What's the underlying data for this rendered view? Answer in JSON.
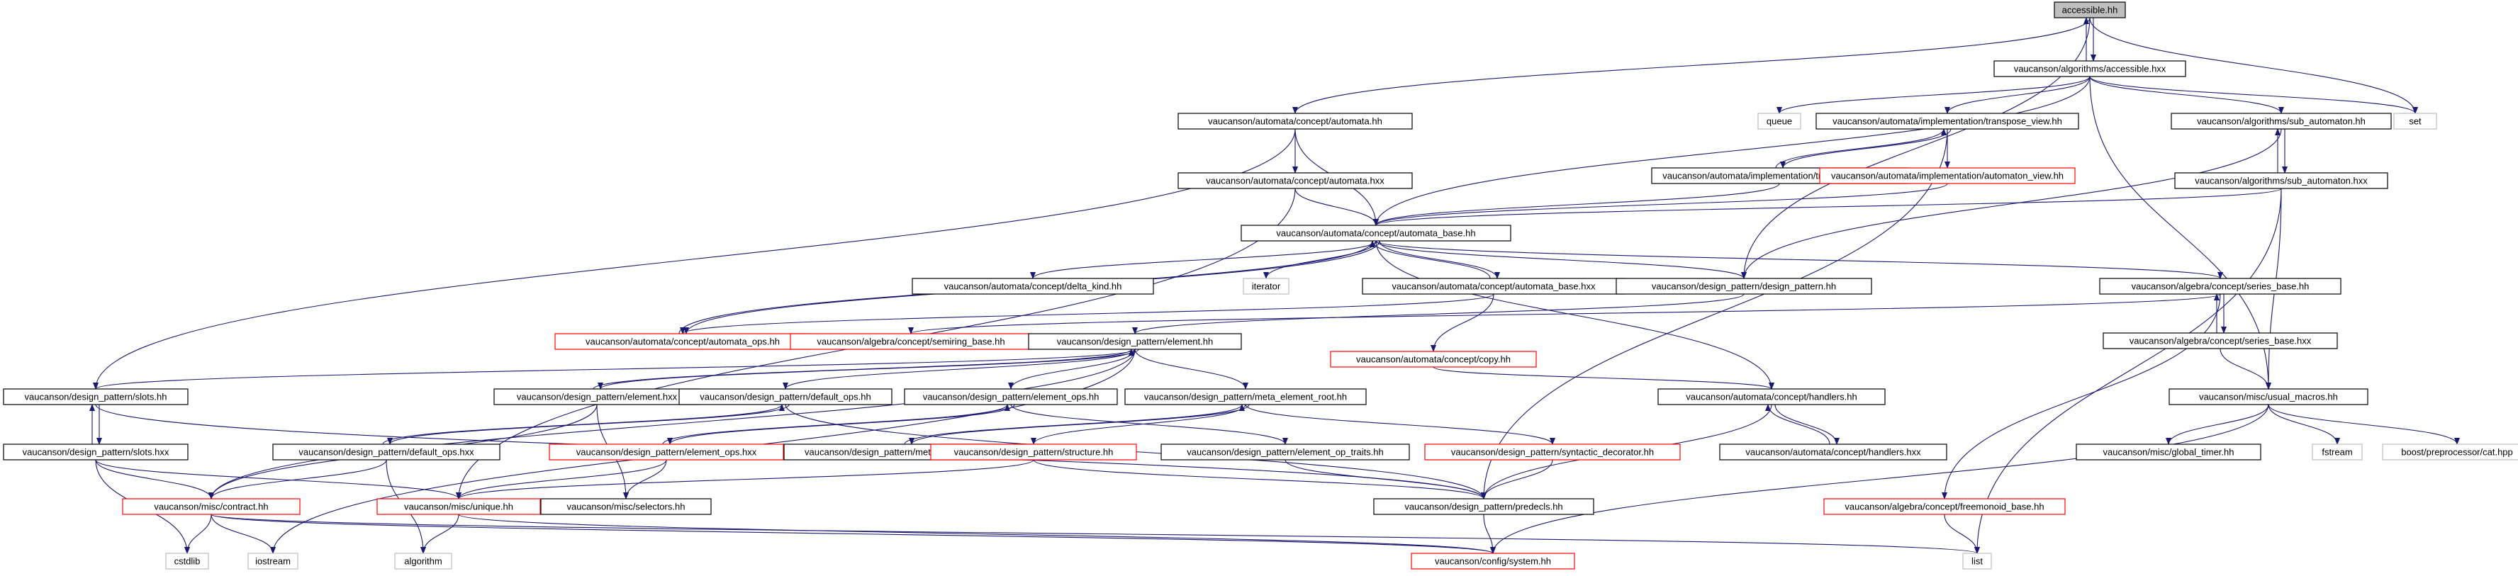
{
  "colors": {
    "edge": "#191970",
    "root_fill": "#bfbfbf",
    "border_black": "#000000",
    "border_red": "#ff0000",
    "border_gray": "#bfbfbf",
    "text": "#000000"
  },
  "nodes": [
    {
      "id": "accessible_hh",
      "label": "accessible.hh",
      "style": "root"
    },
    {
      "id": "alg_accessible_hxx",
      "label": "vaucanson/algorithms/accessible.hxx",
      "style": "black"
    },
    {
      "id": "automata_hh",
      "label": "vaucanson/automata/concept/automata.hh",
      "style": "black"
    },
    {
      "id": "queue",
      "label": "queue",
      "style": "gray"
    },
    {
      "id": "transpose_view_hh",
      "label": "vaucanson/automata/implementation/transpose_view.hh",
      "style": "black"
    },
    {
      "id": "sub_automaton_hh",
      "label": "vaucanson/algorithms/sub_automaton.hh",
      "style": "black"
    },
    {
      "id": "set",
      "label": "set",
      "style": "gray"
    },
    {
      "id": "automata_hxx",
      "label": "vaucanson/automata/concept/automata.hxx",
      "style": "black"
    },
    {
      "id": "transpose_view_hxx",
      "label": "vaucanson/automata/implementation/transpose_view.hxx",
      "style": "black"
    },
    {
      "id": "automaton_view_hh",
      "label": "vaucanson/automata/implementation/automaton_view.hh",
      "style": "red"
    },
    {
      "id": "sub_automaton_hxx",
      "label": "vaucanson/algorithms/sub_automaton.hxx",
      "style": "black"
    },
    {
      "id": "automata_base_hh",
      "label": "vaucanson/automata/concept/automata_base.hh",
      "style": "black"
    },
    {
      "id": "delta_kind_hh",
      "label": "vaucanson/automata/concept/delta_kind.hh",
      "style": "black"
    },
    {
      "id": "iterator",
      "label": "iterator",
      "style": "gray"
    },
    {
      "id": "automata_base_hxx",
      "label": "vaucanson/automata/concept/automata_base.hxx",
      "style": "black"
    },
    {
      "id": "design_pattern_hh",
      "label": "vaucanson/design_pattern/design_pattern.hh",
      "style": "black"
    },
    {
      "id": "series_base_hh",
      "label": "vaucanson/algebra/concept/series_base.hh",
      "style": "black"
    },
    {
      "id": "automata_ops_hh",
      "label": "vaucanson/automata/concept/automata_ops.hh",
      "style": "red"
    },
    {
      "id": "semiring_base_hh",
      "label": "vaucanson/algebra/concept/semiring_base.hh",
      "style": "red"
    },
    {
      "id": "element_hh",
      "label": "vaucanson/design_pattern/element.hh",
      "style": "black"
    },
    {
      "id": "copy_hh",
      "label": "vaucanson/automata/concept/copy.hh",
      "style": "red"
    },
    {
      "id": "series_base_hxx",
      "label": "vaucanson/algebra/concept/series_base.hxx",
      "style": "black"
    },
    {
      "id": "slots_hh",
      "label": "vaucanson/design_pattern/slots.hh",
      "style": "black"
    },
    {
      "id": "element_hxx",
      "label": "vaucanson/design_pattern/element.hxx",
      "style": "black"
    },
    {
      "id": "default_ops_hh",
      "label": "vaucanson/design_pattern/default_ops.hh",
      "style": "black"
    },
    {
      "id": "element_ops_hh",
      "label": "vaucanson/design_pattern/element_ops.hh",
      "style": "black"
    },
    {
      "id": "meta_element_root_hh",
      "label": "vaucanson/design_pattern/meta_element_root.hh",
      "style": "black"
    },
    {
      "id": "handlers_hh",
      "label": "vaucanson/automata/concept/handlers.hh",
      "style": "black"
    },
    {
      "id": "usual_macros_hh",
      "label": "vaucanson/misc/usual_macros.hh",
      "style": "black"
    },
    {
      "id": "slots_hxx",
      "label": "vaucanson/design_pattern/slots.hxx",
      "style": "black"
    },
    {
      "id": "default_ops_hxx",
      "label": "vaucanson/design_pattern/default_ops.hxx",
      "style": "black"
    },
    {
      "id": "element_ops_hxx",
      "label": "vaucanson/design_pattern/element_ops.hxx",
      "style": "red"
    },
    {
      "id": "meta_element_root_hxx",
      "label": "vaucanson/design_pattern/meta_element_root.hxx",
      "style": "black"
    },
    {
      "id": "element_op_traits_hh",
      "label": "vaucanson/design_pattern/element_op_traits.hh",
      "style": "black"
    },
    {
      "id": "syntactic_decorator_hh",
      "label": "vaucanson/design_pattern/syntactic_decorator.hh",
      "style": "red"
    },
    {
      "id": "handlers_hxx",
      "label": "vaucanson/automata/concept/handlers.hxx",
      "style": "black"
    },
    {
      "id": "global_timer_hh",
      "label": "vaucanson/misc/global_timer.hh",
      "style": "black"
    },
    {
      "id": "fstream",
      "label": "fstream",
      "style": "gray"
    },
    {
      "id": "boost_cat_hpp",
      "label": "boost/preprocessor/cat.hpp",
      "style": "gray"
    },
    {
      "id": "contract_hh",
      "label": "vaucanson/misc/contract.hh",
      "style": "red"
    },
    {
      "id": "unique_hh",
      "label": "vaucanson/misc/unique.hh",
      "style": "red"
    },
    {
      "id": "structure_hh",
      "label": "vaucanson/design_pattern/structure.hh",
      "style": "red"
    },
    {
      "id": "selectors_hh",
      "label": "vaucanson/misc/selectors.hh",
      "style": "black"
    },
    {
      "id": "predecls_hh",
      "label": "vaucanson/design_pattern/predecls.hh",
      "style": "black"
    },
    {
      "id": "freemonoid_base_hh",
      "label": "vaucanson/algebra/concept/freemonoid_base.hh",
      "style": "red"
    },
    {
      "id": "cstdlib",
      "label": "cstdlib",
      "style": "gray"
    },
    {
      "id": "iostream",
      "label": "iostream",
      "style": "gray"
    },
    {
      "id": "algorithm",
      "label": "algorithm",
      "style": "gray"
    },
    {
      "id": "system_hh",
      "label": "vaucanson/config/system.hh",
      "style": "red"
    },
    {
      "id": "list",
      "label": "list",
      "style": "gray"
    }
  ],
  "edges": [
    [
      "accessible_hh",
      "alg_accessible_hxx"
    ],
    [
      "alg_accessible_hxx",
      "accessible_hh"
    ],
    [
      "accessible_hh",
      "automata_hh"
    ],
    [
      "accessible_hh",
      "design_pattern_hh"
    ],
    [
      "accessible_hh",
      "set"
    ],
    [
      "alg_accessible_hxx",
      "queue"
    ],
    [
      "alg_accessible_hxx",
      "transpose_view_hh"
    ],
    [
      "alg_accessible_hxx",
      "sub_automaton_hh"
    ],
    [
      "alg_accessible_hxx",
      "set"
    ],
    [
      "alg_accessible_hxx",
      "automata_base_hh"
    ],
    [
      "alg_accessible_hxx",
      "usual_macros_hh"
    ],
    [
      "automata_hh",
      "automata_hxx"
    ],
    [
      "automata_hh",
      "automata_base_hh"
    ],
    [
      "automata_hh",
      "slots_hh"
    ],
    [
      "automata_hxx",
      "automata_base_hh"
    ],
    [
      "automata_hxx",
      "unique_hh"
    ],
    [
      "transpose_view_hh",
      "transpose_view_hxx"
    ],
    [
      "transpose_view_hxx",
      "transpose_view_hh"
    ],
    [
      "transpose_view_hh",
      "automaton_view_hh"
    ],
    [
      "transpose_view_hh",
      "predecls_hh"
    ],
    [
      "automaton_view_hh",
      "automata_base_hh"
    ],
    [
      "transpose_view_hxx",
      "automata_base_hh"
    ],
    [
      "sub_automaton_hh",
      "sub_automaton_hxx"
    ],
    [
      "sub_automaton_hxx",
      "sub_automaton_hh"
    ],
    [
      "sub_automaton_hh",
      "design_pattern_hh"
    ],
    [
      "sub_automaton_hxx",
      "automata_base_hh"
    ],
    [
      "sub_automaton_hxx",
      "usual_macros_hh"
    ],
    [
      "sub_automaton_hxx",
      "list"
    ],
    [
      "automata_base_hh",
      "delta_kind_hh"
    ],
    [
      "automata_base_hh",
      "iterator"
    ],
    [
      "automata_base_hh",
      "automata_base_hxx"
    ],
    [
      "automata_base_hxx",
      "automata_base_hh"
    ],
    [
      "automata_base_hh",
      "design_pattern_hh"
    ],
    [
      "automata_base_hh",
      "series_base_hh"
    ],
    [
      "automata_base_hh",
      "automata_ops_hh"
    ],
    [
      "automata_base_hh",
      "handlers_hh"
    ],
    [
      "automata_ops_hh",
      "automata_base_hh"
    ],
    [
      "automata_base_hxx",
      "copy_hh"
    ],
    [
      "automata_base_hxx",
      "automata_ops_hh"
    ],
    [
      "design_pattern_hh",
      "element_hh"
    ],
    [
      "series_base_hh",
      "series_base_hxx"
    ],
    [
      "series_base_hxx",
      "series_base_hh"
    ],
    [
      "series_base_hh",
      "semiring_base_hh"
    ],
    [
      "series_base_hh",
      "freemonoid_base_hh"
    ],
    [
      "series_base_hxx",
      "usual_macros_hh"
    ],
    [
      "copy_hh",
      "handlers_hh"
    ],
    [
      "element_hh",
      "slots_hh"
    ],
    [
      "element_hh",
      "element_hxx"
    ],
    [
      "element_hxx",
      "element_hh"
    ],
    [
      "element_hh",
      "default_ops_hh"
    ],
    [
      "element_hh",
      "element_ops_hh"
    ],
    [
      "element_hh",
      "meta_element_root_hh"
    ],
    [
      "element_hh",
      "contract_hh"
    ],
    [
      "element_hh",
      "iostream"
    ],
    [
      "slots_hh",
      "slots_hxx"
    ],
    [
      "slots_hxx",
      "slots_hh"
    ],
    [
      "slots_hh",
      "predecls_hh"
    ],
    [
      "slots_hxx",
      "cstdlib"
    ],
    [
      "slots_hxx",
      "contract_hh"
    ],
    [
      "slots_hxx",
      "unique_hh"
    ],
    [
      "element_hxx",
      "contract_hh"
    ],
    [
      "element_hxx",
      "selectors_hh"
    ],
    [
      "default_ops_hh",
      "default_ops_hxx"
    ],
    [
      "default_ops_hxx",
      "default_ops_hh"
    ],
    [
      "default_ops_hh",
      "predecls_hh"
    ],
    [
      "default_ops_hxx",
      "contract_hh"
    ],
    [
      "default_ops_hxx",
      "algorithm"
    ],
    [
      "element_ops_hh",
      "element_ops_hxx"
    ],
    [
      "element_ops_hxx",
      "element_ops_hh"
    ],
    [
      "element_ops_hh",
      "element_op_traits_hh"
    ],
    [
      "element_ops_hxx",
      "unique_hh"
    ],
    [
      "element_ops_hxx",
      "selectors_hh"
    ],
    [
      "meta_element_root_hh",
      "meta_element_root_hxx"
    ],
    [
      "meta_element_root_hh",
      "structure_hh"
    ],
    [
      "meta_element_root_hh",
      "syntactic_decorator_hh"
    ],
    [
      "meta_element_root_hxx",
      "meta_element_root_hh"
    ],
    [
      "structure_hh",
      "predecls_hh"
    ],
    [
      "structure_hh",
      "unique_hh"
    ],
    [
      "element_op_traits_hh",
      "predecls_hh"
    ],
    [
      "syntactic_decorator_hh",
      "predecls_hh"
    ],
    [
      "handlers_hh",
      "handlers_hxx"
    ],
    [
      "handlers_hxx",
      "handlers_hh"
    ],
    [
      "handlers_hh",
      "predecls_hh"
    ],
    [
      "usual_macros_hh",
      "global_timer_hh"
    ],
    [
      "usual_macros_hh",
      "fstream"
    ],
    [
      "usual_macros_hh",
      "boost_cat_hpp"
    ],
    [
      "usual_macros_hh",
      "system_hh"
    ],
    [
      "contract_hh",
      "cstdlib"
    ],
    [
      "contract_hh",
      "iostream"
    ],
    [
      "contract_hh",
      "system_hh"
    ],
    [
      "contract_hh",
      "list"
    ],
    [
      "unique_hh",
      "algorithm"
    ],
    [
      "unique_hh",
      "system_hh"
    ],
    [
      "predecls_hh",
      "system_hh"
    ],
    [
      "freemonoid_base_hh",
      "list"
    ]
  ]
}
